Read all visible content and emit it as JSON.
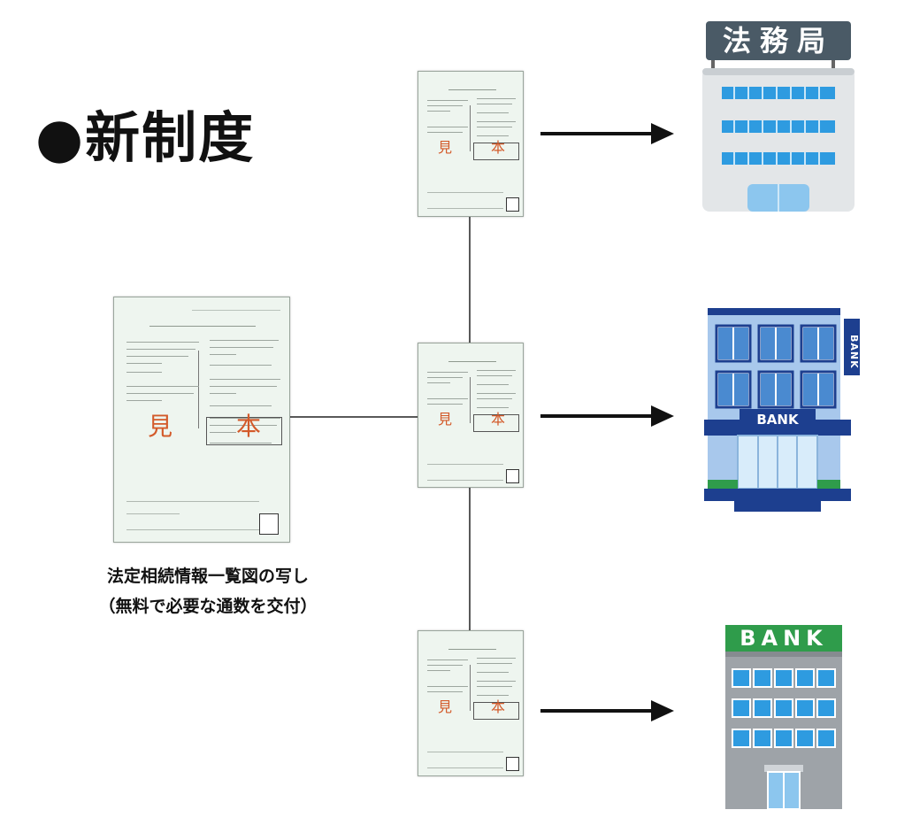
{
  "diagram": {
    "title": "●新制度",
    "caption_line1": "法定相続情報一覧図の写し",
    "caption_line2": "（無料で必要な通数を交付）",
    "doc_mark_left": "見",
    "doc_mark_right": "本",
    "buildings": {
      "legal_affairs_bureau_sign": "法務局",
      "bank1_side_sign": "BANK",
      "bank1_front_sign": "BANK",
      "bank2_sign": "BANK"
    },
    "colors": {
      "doc_bg": "#eef5ef",
      "mark": "#d35a2a",
      "bureau_sign": "#4a5a66",
      "window_blue": "#2e9be0",
      "bank_navy": "#1d3f8f",
      "bank_green": "#2f9c4b"
    }
  }
}
